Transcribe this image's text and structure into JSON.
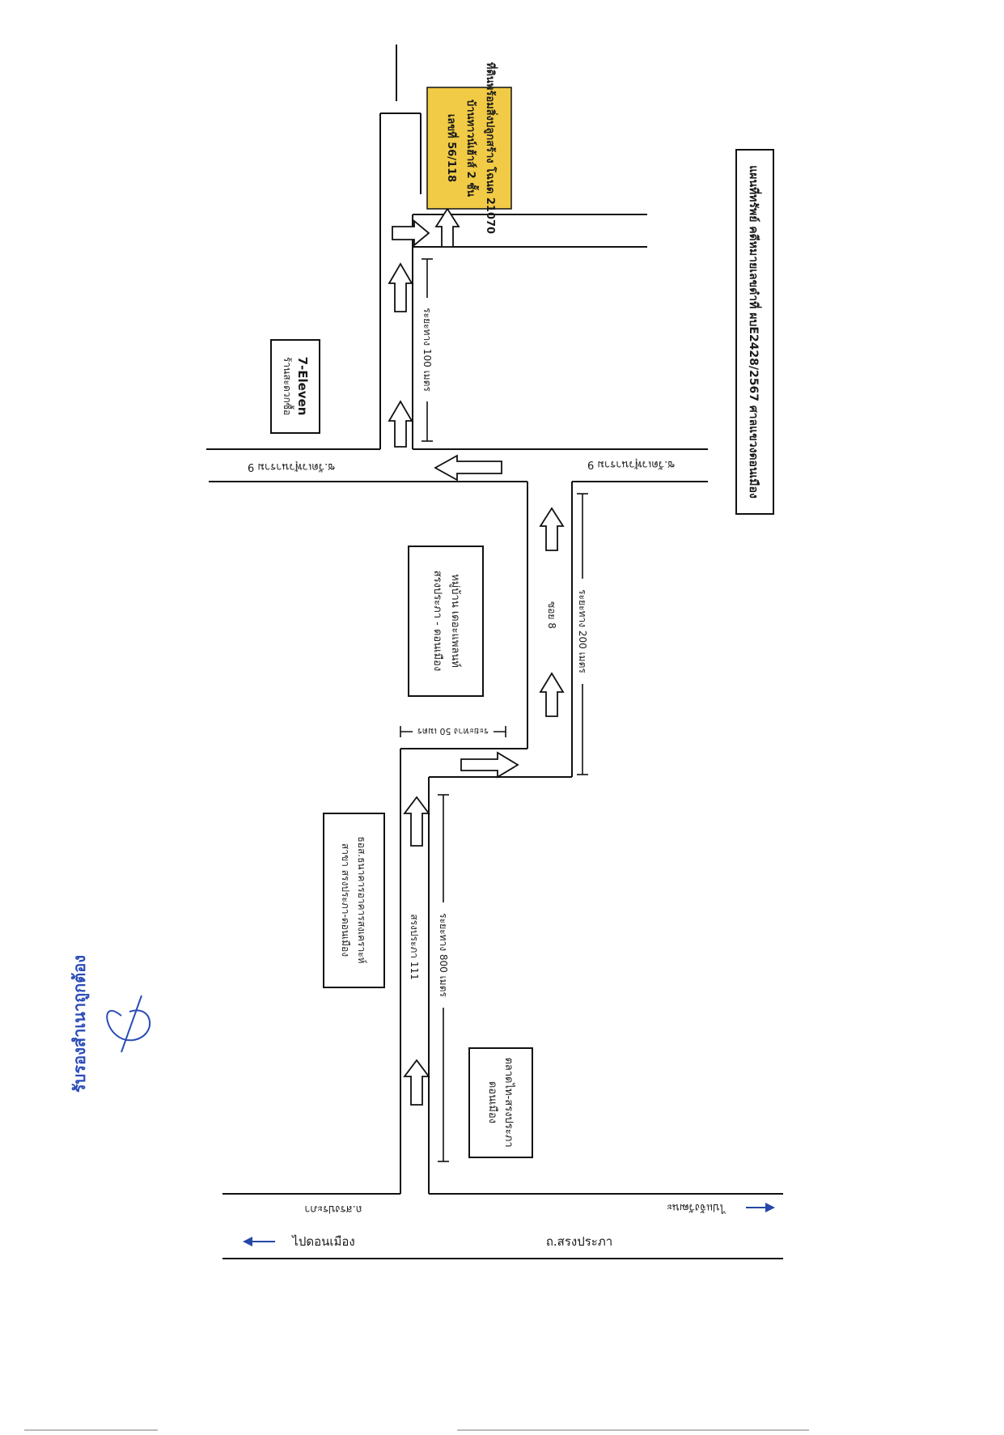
{
  "map": {
    "title": "แผนที่ทรัพย์ คดีหมายเลขดำที่ ผบE2428/2567 ศาลแขวงดอนเมือง",
    "target_lines": [
      "ที่ดินพร้อมสิ่งปลูกสร้าง โฉนด 21070",
      "บ้านทาวน์เฮ้าส์ 2 ชั้น",
      "เลขที่ 56/118"
    ],
    "target_color": "#f2cb46",
    "landmarks": {
      "seven_eleven_name": "7-Eleven",
      "seven_eleven_sub": "ร้านสะดวกซื้อ",
      "village_line1": "หมู่บ้าน เดอะแพลนท์",
      "village_line2": "สรงประภา - ดอนเมือง",
      "bank_line1": "ธอส.ธนาคารอาคารสงเคราะห์",
      "bank_line2": "สาขา สรงประภา-ดอนเมือง",
      "market_line1": "ตลาดไท-สรงประภา",
      "market_line2": "ดอนเมือง"
    },
    "roads": {
      "upper_left": "ซ.วัดเวฬุวนาราม 9",
      "upper_right": "ซ.วัดเวฬุวนาราม 9",
      "soi_8": "ซอย 8",
      "songprapa_111": "สรงประภา 111",
      "left_side_top": "ถ.สรงประภา",
      "right_side_top": "ไปแจ้งวัฒนะ",
      "main_road_label": "ถ.สรงประภา",
      "to_don_mueang": "ไปดอนเมือง"
    },
    "distances": {
      "d100": "ระยะทาง 100 เมตร",
      "d200": "ระยะทาง 200 เมตร",
      "d50": "ระยะทาง 50 เมตร",
      "d800": "ระยะทาง 800 เมตร"
    },
    "stamp": "รับรองสำเนาถูกต้อง"
  }
}
